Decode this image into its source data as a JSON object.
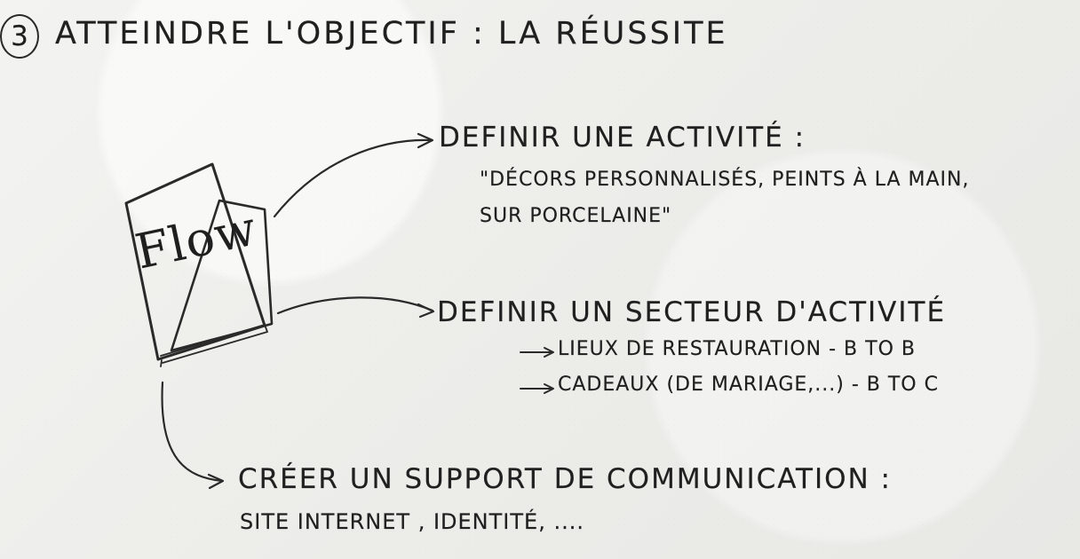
{
  "title": {
    "number": "3",
    "text": "ATTEINDRE L'OBJECTIF : LA RÉUSSITE"
  },
  "booklet": {
    "label": "Flow"
  },
  "steps": [
    {
      "heading": "DEFINIR UNE ACTIVITÉ :",
      "details": [
        "\"DÉCORS PERSONNALISÉS, PEINTS À LA MAIN,",
        "SUR PORCELAINE\""
      ]
    },
    {
      "heading": "DEFINIR UN SECTEUR D'ACTIVITÉ",
      "details": [
        "LIEUX DE RESTAURATION - B TO B",
        "CADEAUX (DE MARIAGE,...) - B TO C"
      ]
    },
    {
      "heading": "CRÉER UN SUPPORT DE COMMUNICATION :",
      "details": [
        "SITE INTERNET , IDENTITÉ, ...."
      ]
    }
  ],
  "colors": {
    "paper": "#eeeeec",
    "ink": "#202020"
  }
}
